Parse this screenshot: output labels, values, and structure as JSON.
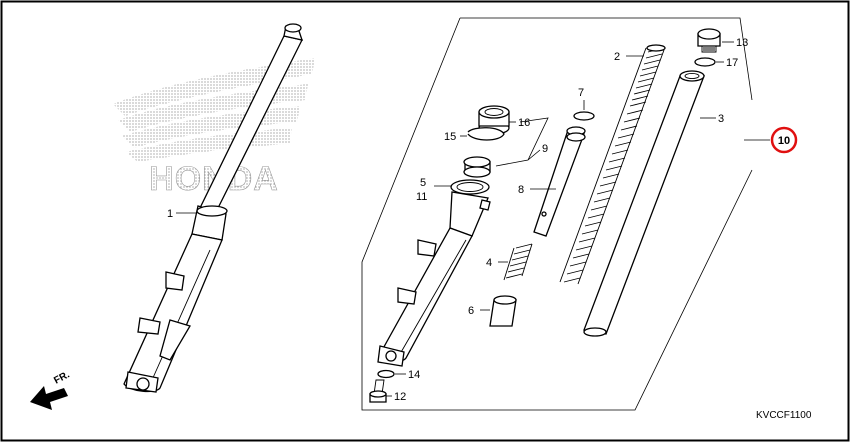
{
  "brand": {
    "logo_text": "HONDA"
  },
  "direction_marker": {
    "label": "FR."
  },
  "diagram_code": "KVCCF1100",
  "callout": {
    "label": "10",
    "ring_color": "#e01010"
  },
  "part_labels": {
    "p1": "1",
    "p2": "2",
    "p3": "3",
    "p4": "4",
    "p5": "5",
    "p6": "6",
    "p7": "7",
    "p8": "8",
    "p9": "9",
    "p11": "11",
    "p12": "12",
    "p13": "13",
    "p14": "14",
    "p15": "15",
    "p16": "16",
    "p17": "17"
  }
}
